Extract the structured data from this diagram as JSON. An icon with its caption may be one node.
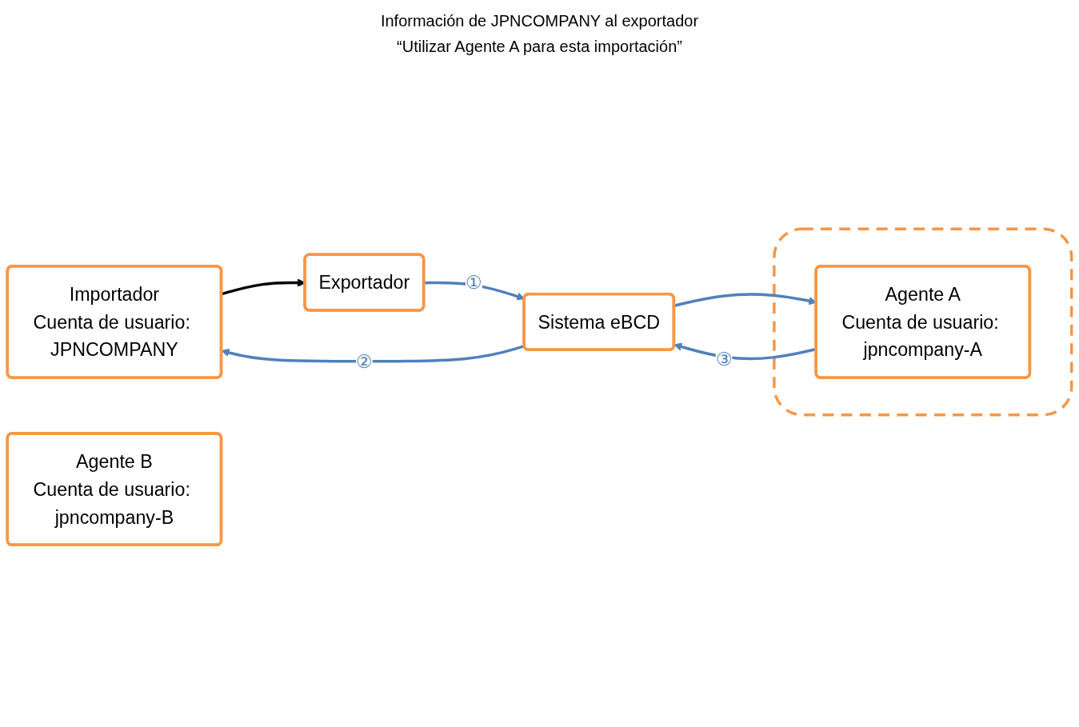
{
  "diagram": {
    "nodes": [
      {
        "text": [
          "Importador",
          "Cuenta de usuario: JPNCOMPANY"
        ]
      },
      {
        "text": [
          "Exportador"
        ]
      },
      {
        "text": [
          "Sistema eBCD"
        ]
      },
      {
        "text": [],
        "shape": "box"
      },
      {
        "text": [
          "Agente A",
          "Cuenta de usuario: jpncompany-A"
        ],
        "in": 3
      },
      {
        "text": [
          "Agente B",
          "Cuenta de usuario: jpncompany-B"
        ]
      }
    ],
    "edges": [
      {
        "from": 1,
        "to": 2,
        "arrow": "to",
        "label": "①"
      },
      {
        "from": 2,
        "to": 0,
        "arrow": "to",
        "label": "②"
      },
      {
        "from": 2,
        "to": 4,
        "arrow": "to"
      },
      {
        "from": 4,
        "to": 2,
        "arrow": "to",
        "label": "③"
      },
      {
        "from": 0,
        "to": 1,
        "arrow": "to",
        "color": "#000000"
      }
    ],
    "labels": [
      "Información de JPNCOMPANY al exportador",
      "“Utilizar Agente A para esta importación”"
    ]
  }
}
